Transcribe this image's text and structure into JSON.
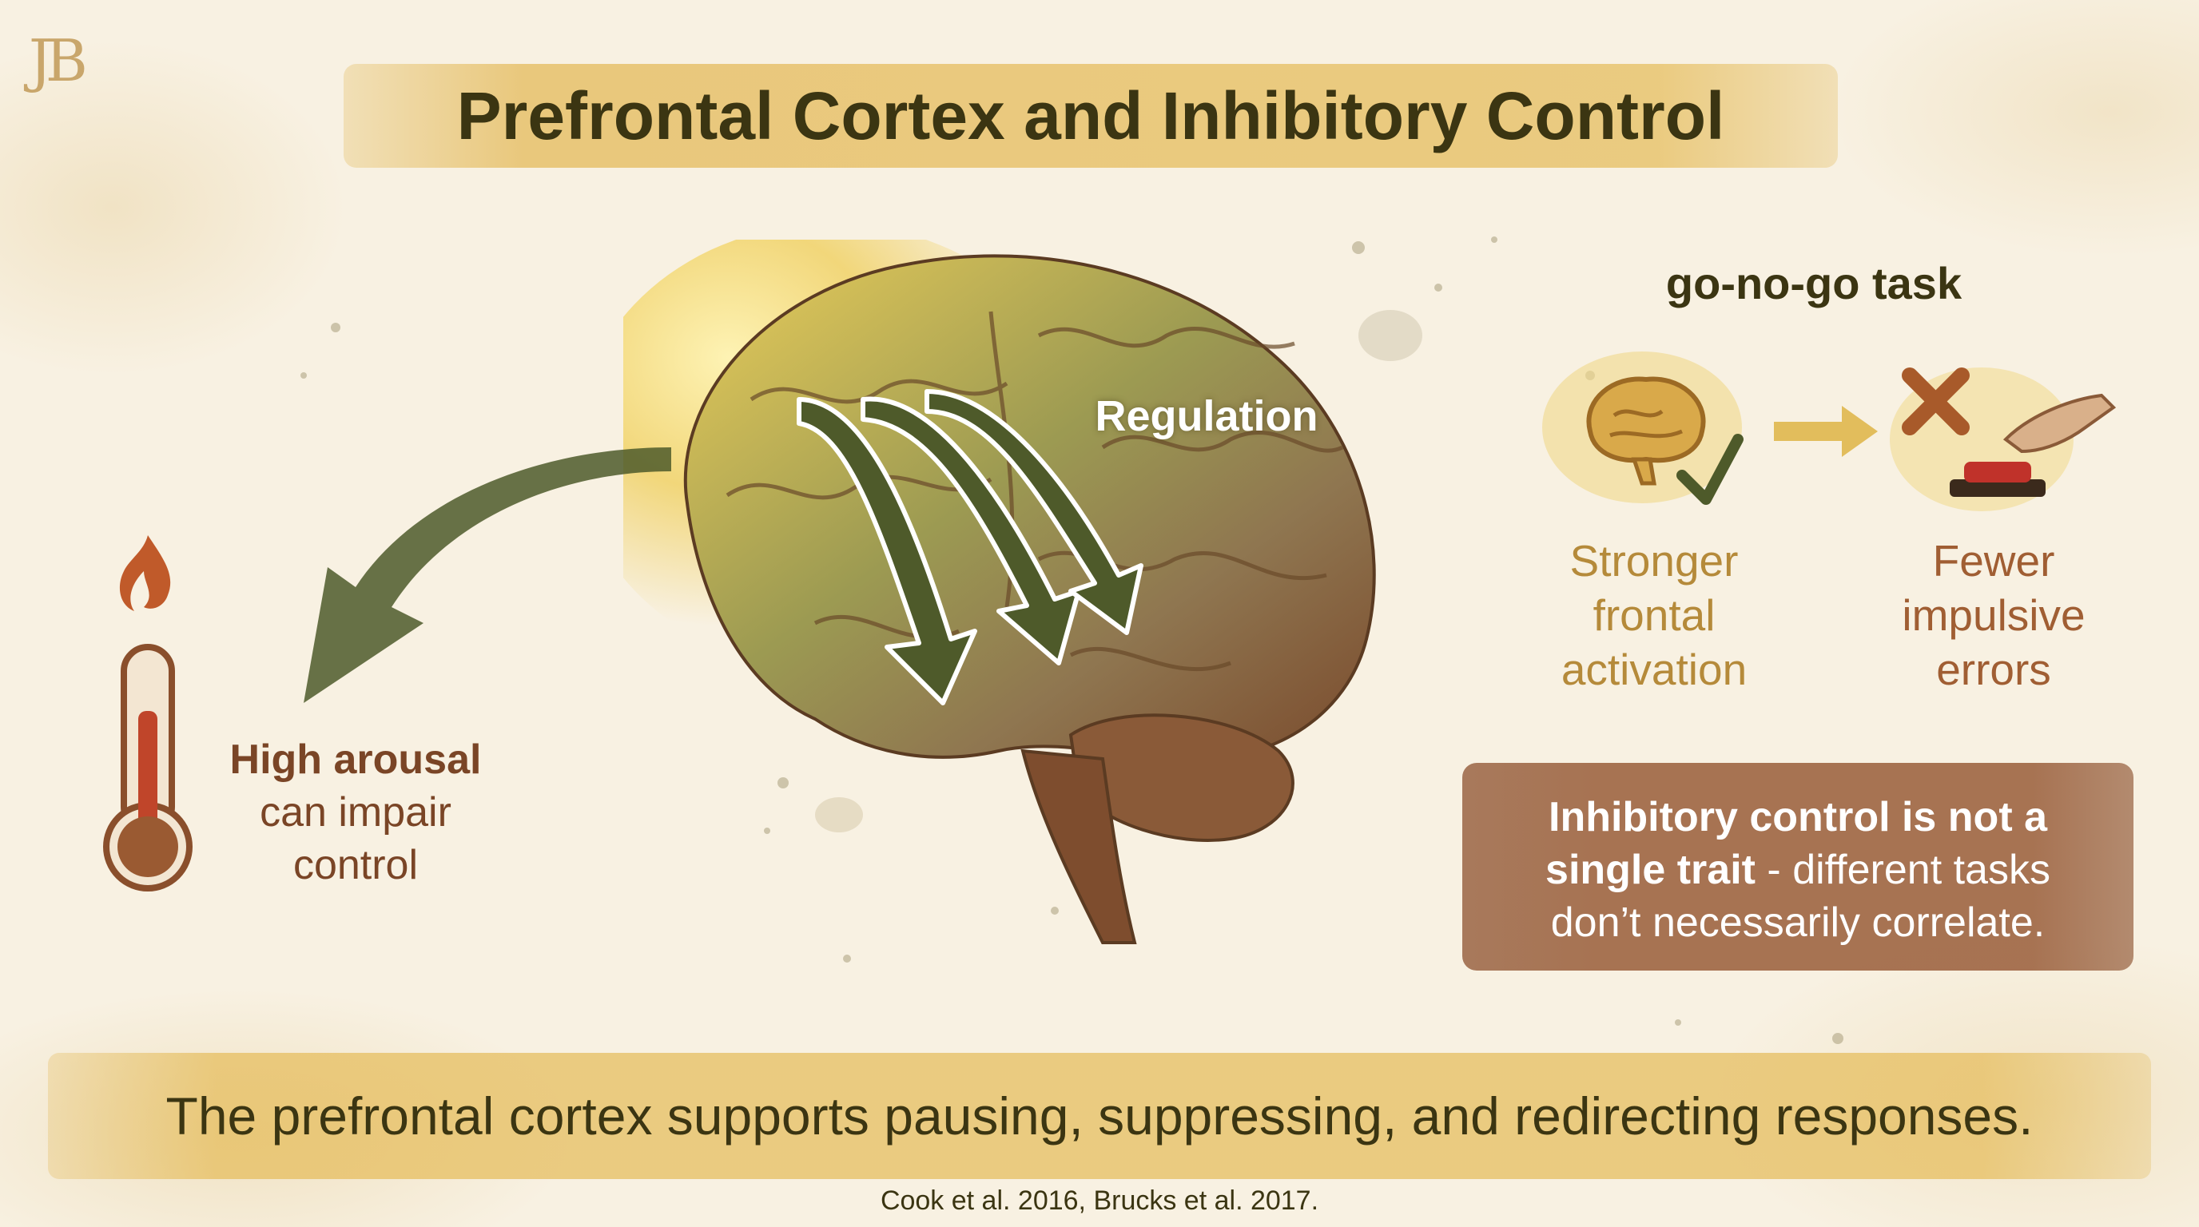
{
  "logo": "JB",
  "title": "Prefrontal Cortex and Inhibitory Control",
  "brain": {
    "arrow_label": "Regulation"
  },
  "left": {
    "line1": "High arousal",
    "line2": "can impair",
    "line3": "control"
  },
  "task": {
    "heading": "go-no-go task",
    "step1": {
      "line1": "Stronger",
      "line2": "frontal",
      "line3": "activation"
    },
    "step2": {
      "line1": "Fewer",
      "line2": "impulsive",
      "line3": "errors"
    }
  },
  "callout": {
    "line1": "Inhibitory control is not a",
    "bold2": "single trait",
    "rest2": " - different tasks",
    "line3": "don’t necessarily correlate."
  },
  "footer": {
    "summary": "The prefrontal cortex supports pausing, suppressing, and redirecting responses.",
    "citation": "Cook et al. 2016, Brucks et al. 2017."
  },
  "colors": {
    "accent": "#e6be5f",
    "brown": "#8a4f2c",
    "olive": "#4e5a2a"
  }
}
